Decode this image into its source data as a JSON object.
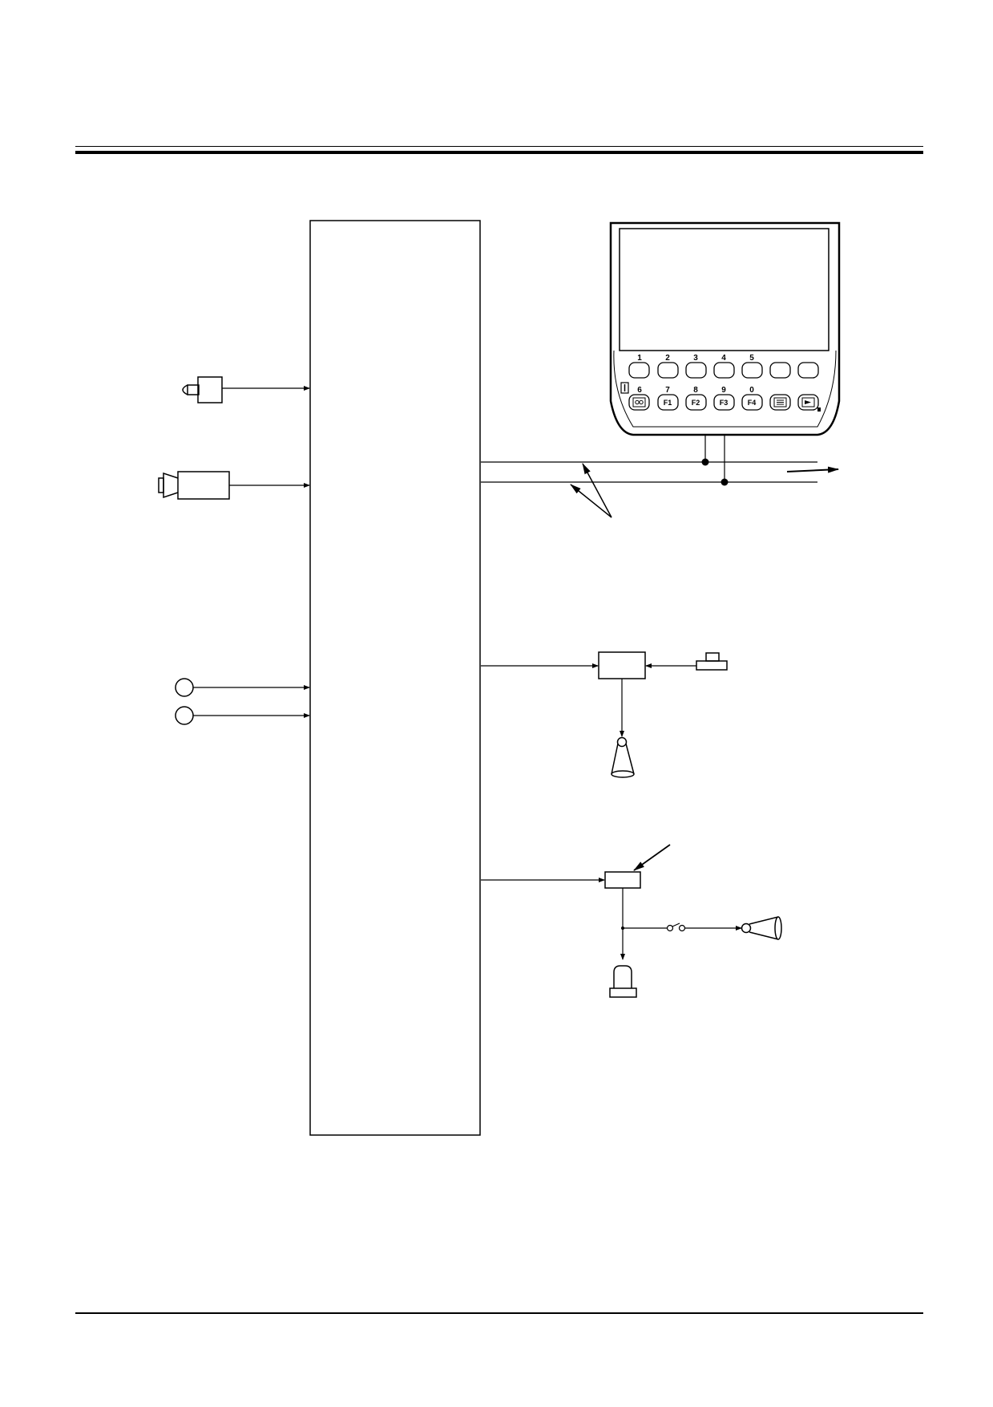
{
  "monitor": {
    "top_row_numbers": [
      "1",
      "2",
      "3",
      "4",
      "5"
    ],
    "bottom_row_numbers": [
      "6",
      "7",
      "8",
      "9",
      "0"
    ],
    "bottom_row_labels": [
      "F1",
      "F2",
      "F3",
      "F4"
    ]
  }
}
